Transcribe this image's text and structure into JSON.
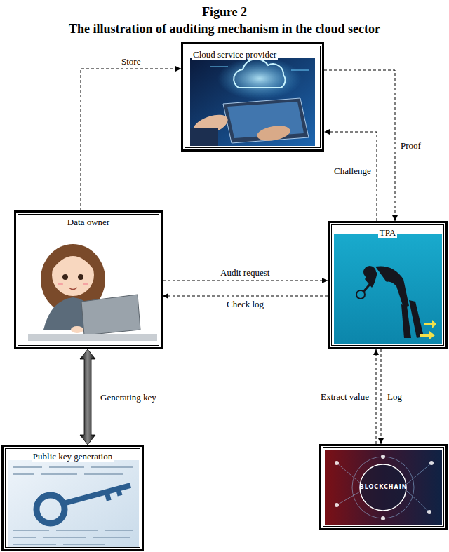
{
  "diagram": {
    "title": "Figure 2",
    "caption": "The illustration of auditing mechanism in the cloud sector",
    "nodes": [
      {
        "text": [
          "Cloud service provider"
        ]
      },
      {
        "text": [
          "Data owner"
        ]
      },
      {
        "text": [
          "TPA"
        ]
      },
      {
        "text": [
          "Public key generation"
        ]
      },
      {
        "text": [
          "BLOCKCHAIN"
        ]
      }
    ],
    "edges": [
      {
        "from": 1,
        "to": 0,
        "label": "Store",
        "arrow": "to"
      },
      {
        "from": 2,
        "to": 0,
        "label": "Challenge",
        "arrow": "to"
      },
      {
        "from": 0,
        "to": 2,
        "label": "Proof",
        "arrow": "to"
      },
      {
        "from": 1,
        "to": 2,
        "label": "Audit request",
        "arrow": "to"
      },
      {
        "from": 2,
        "to": 1,
        "label": "Check log",
        "arrow": "to"
      },
      {
        "from": 1,
        "to": 3,
        "label": "Generating key",
        "arrow": "both"
      },
      {
        "from": 4,
        "to": 2,
        "label": "Extract value",
        "arrow": "to"
      },
      {
        "from": 2,
        "to": 4,
        "label": "Log",
        "arrow": "to"
      }
    ]
  }
}
